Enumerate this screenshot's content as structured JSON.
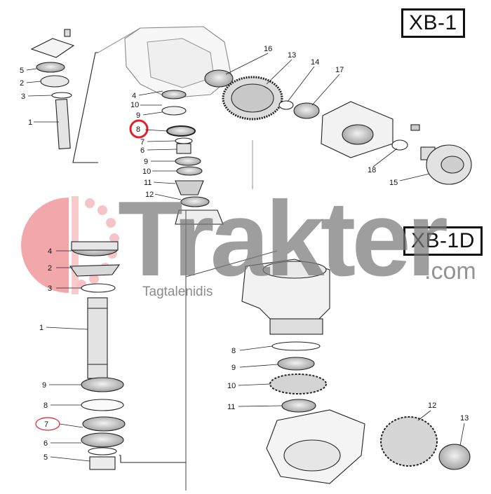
{
  "tags": {
    "xb1": "XB-1",
    "xb1d": "XB-1D"
  },
  "watermark": {
    "brand": "Trakter",
    "domain": ".com",
    "tagline": "Tagtalenidis"
  },
  "highlight_color": "#e0202a",
  "watermark_logo_color": "#f2a7ab",
  "upper_assembly": {
    "left_column_labels": [
      "5",
      "2",
      "3",
      "1"
    ],
    "center_column_labels": [
      "4",
      "10",
      "9",
      "8",
      "7",
      "6",
      "9",
      "10",
      "11",
      "12"
    ],
    "right_labels": [
      "16",
      "13",
      "14",
      "17",
      "18",
      "15"
    ],
    "highlighted_label": "8"
  },
  "lower_assembly": {
    "left_column_labels": [
      "4",
      "2",
      "3",
      "1",
      "9",
      "8",
      "7",
      "6",
      "5"
    ],
    "right_column_labels": [
      "8",
      "9",
      "10",
      "11",
      "12",
      "13"
    ],
    "highlighted_label": "7"
  }
}
